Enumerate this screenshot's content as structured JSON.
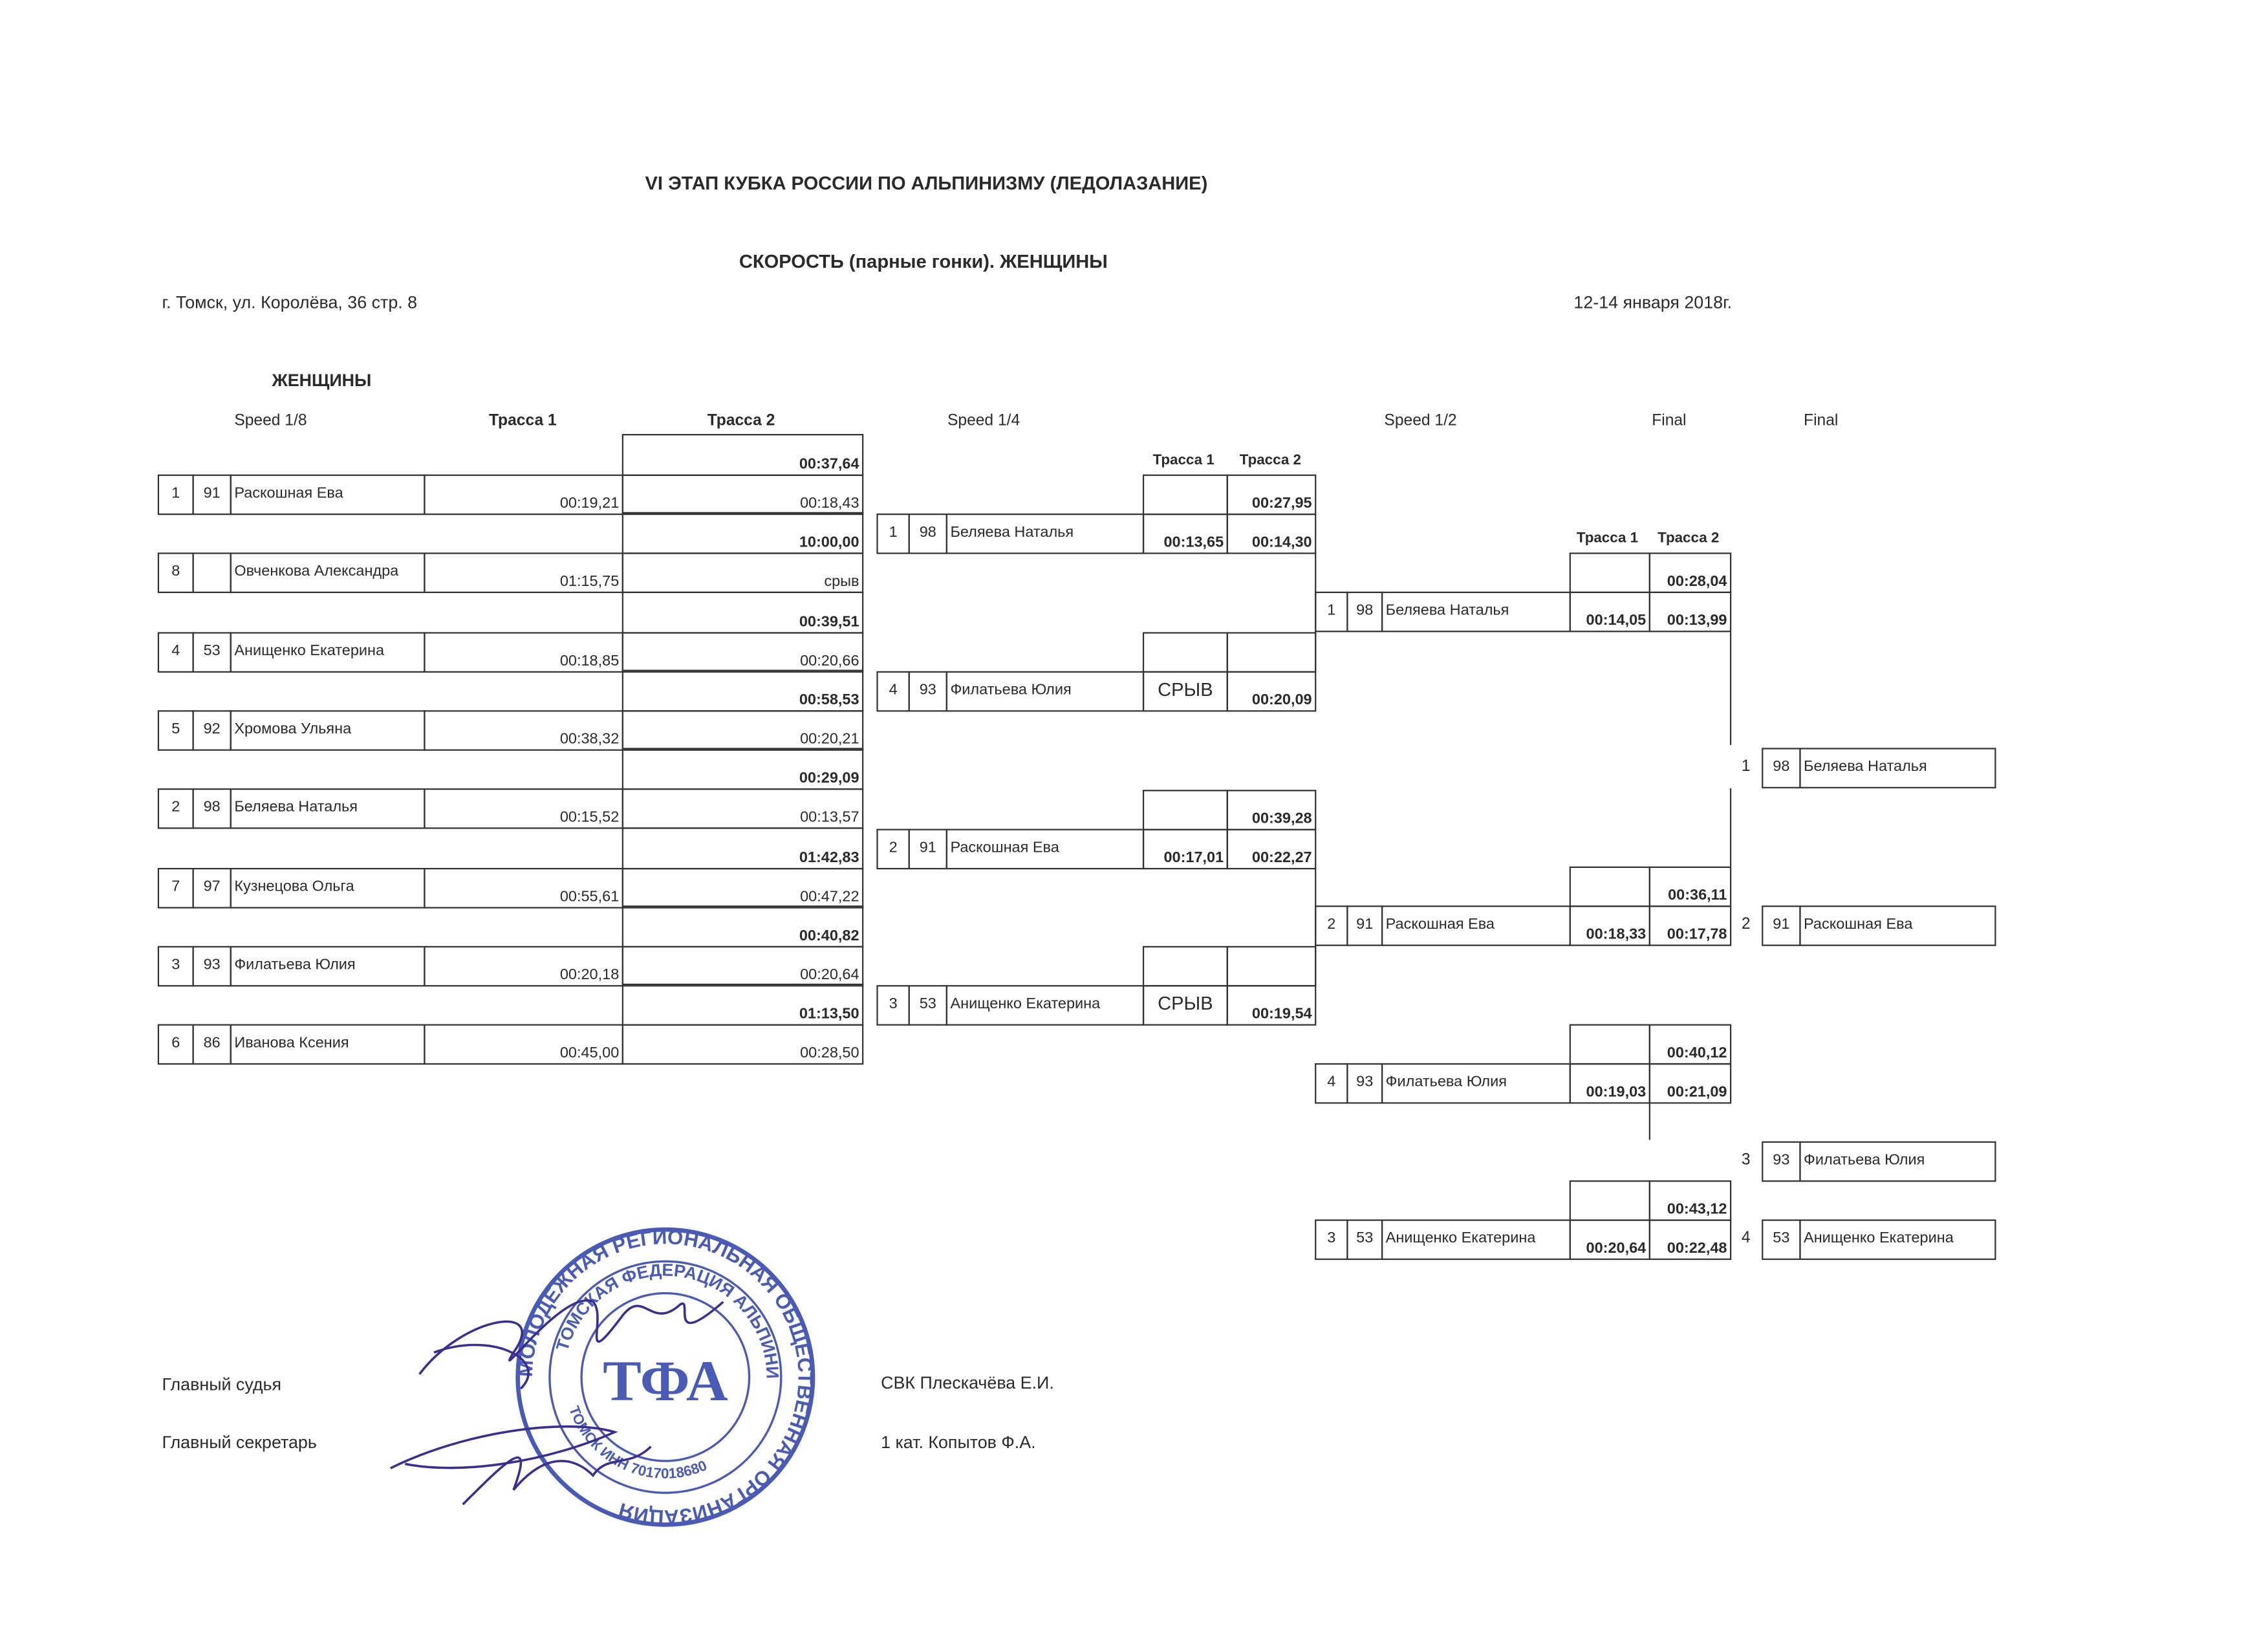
{
  "header": {
    "title": "VI ЭТАП КУБКА РОССИИ ПО АЛЬПИНИЗМУ (ЛЕДОЛАЗАНИЕ)",
    "subtitle": "СКОРОСТЬ (парные гонки). ЖЕНЩИНЫ",
    "location": "г. Томск, ул. Королёва, 36 стр. 8",
    "date": "12-14 января 2018г.",
    "category": "ЖЕНЩИНЫ"
  },
  "columns": {
    "r16": "Speed 1/8",
    "track1": "Трасса 1",
    "track2": "Трасса 2",
    "qf": "Speed 1/4",
    "sf": "Speed 1/2",
    "final1": "Final",
    "final2": "Final"
  },
  "r16": [
    {
      "total": "00:37,64",
      "seed": "1",
      "bib": "91",
      "name": "Раскошная Ева",
      "t1": "00:19,21",
      "t2": "00:18,43"
    },
    {
      "total": "10:00,00",
      "seed": "8",
      "bib": "",
      "name": "Овченкова Александра",
      "t1": "01:15,75",
      "t2": "срыв"
    },
    {
      "total": "00:39,51",
      "seed": "4",
      "bib": "53",
      "name": "Анищенко Екатерина",
      "t1": "00:18,85",
      "t2": "00:20,66"
    },
    {
      "total": "00:58,53",
      "seed": "5",
      "bib": "92",
      "name": "Хромова Ульяна",
      "t1": "00:38,32",
      "t2": "00:20,21"
    },
    {
      "total": "00:29,09",
      "seed": "2",
      "bib": "98",
      "name": "Беляева Наталья",
      "t1": "00:15,52",
      "t2": "00:13,57"
    },
    {
      "total": "01:42,83",
      "seed": "7",
      "bib": "97",
      "name": "Кузнецова Ольга",
      "t1": "00:55,61",
      "t2": "00:47,22"
    },
    {
      "total": "00:40,82",
      "seed": "3",
      "bib": "93",
      "name": "Филатьева Юлия",
      "t1": "00:20,18",
      "t2": "00:20,64"
    },
    {
      "total": "01:13,50",
      "seed": "6",
      "bib": "86",
      "name": "Иванова Ксения",
      "t1": "00:45,00",
      "t2": "00:28,50"
    }
  ],
  "qf": [
    {
      "total": "00:27,95",
      "seed": "1",
      "bib": "98",
      "name": "Беляева Наталья",
      "t1": "00:13,65",
      "t2": "00:14,30"
    },
    {
      "total": "",
      "seed": "4",
      "bib": "93",
      "name": "Филатьева Юлия",
      "t1": "СРЫВ",
      "t2": "00:20,09"
    },
    {
      "total": "00:39,28",
      "seed": "2",
      "bib": "91",
      "name": "Раскошная Ева",
      "t1": "00:17,01",
      "t2": "00:22,27"
    },
    {
      "total": "",
      "seed": "3",
      "bib": "53",
      "name": "Анищенко Екатерина",
      "t1": "СРЫВ",
      "t2": "00:19,54"
    }
  ],
  "sf": [
    {
      "total": "00:28,04",
      "seed": "1",
      "bib": "98",
      "name": "Беляева Наталья",
      "t1": "00:14,05",
      "t2": "00:13,99"
    },
    {
      "total": "00:36,11",
      "seed": "2",
      "bib": "91",
      "name": "Раскошная Ева",
      "t1": "00:18,33",
      "t2": "00:17,78"
    },
    {
      "total": "00:40,12",
      "seed": "4",
      "bib": "93",
      "name": "Филатьева Юлия",
      "t1": "00:19,03",
      "t2": "00:21,09"
    },
    {
      "total": "00:43,12",
      "seed": "3",
      "bib": "53",
      "name": "Анищенко Екатерина",
      "t1": "00:20,64",
      "t2": "00:22,48"
    }
  ],
  "final": [
    {
      "place": "1",
      "bib": "98",
      "name": "Беляева Наталья"
    },
    {
      "place": "2",
      "bib": "91",
      "name": "Раскошная Ева"
    },
    {
      "place": "3",
      "bib": "93",
      "name": "Филатьева Юлия"
    },
    {
      "place": "4",
      "bib": "53",
      "name": "Анищенко Екатерина"
    }
  ],
  "footer": {
    "judge_label": "Главный судья",
    "judge_name": "СВК Плескачёва Е.И.",
    "secretary_label": "Главный секретарь",
    "secretary_name": "1 кат. Копытов Ф.А."
  },
  "stamp": {
    "outer_text": "МОЛОДЕЖНАЯ РЕГИОНАЛЬНАЯ ОБЩЕСТВЕННАЯ ОРГАНИЗАЦИЯ",
    "inner_text": "ТОМСКАЯ ФЕДЕРАЦИЯ АЛЬПИНИЗМА",
    "bottom_text": "ТОМСК ИНН 7017018680",
    "logo": "ТФА",
    "color": "#2b3fa8"
  }
}
